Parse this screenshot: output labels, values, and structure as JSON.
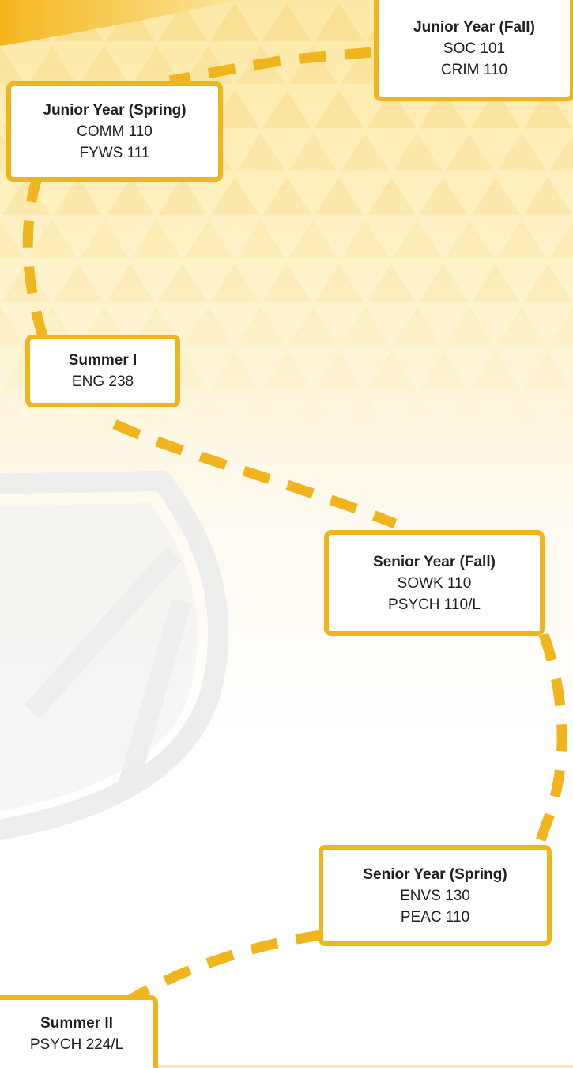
{
  "colors": {
    "accent": "#f0b41c",
    "box_fill": "#ffffff",
    "text": "#1f1f1f"
  },
  "nodes": [
    {
      "id": "junior-fall",
      "title": "Junior Year (Fall)",
      "courses": [
        "SOC 101",
        "CRIM 110"
      ]
    },
    {
      "id": "junior-spring",
      "title": "Junior Year (Spring)",
      "courses": [
        "COMM 110",
        "FYWS 111"
      ]
    },
    {
      "id": "summer-1",
      "title": "Summer I",
      "courses": [
        "ENG 238"
      ]
    },
    {
      "id": "senior-fall",
      "title": "Senior Year (Fall)",
      "courses": [
        "SOWK 110",
        "PSYCH 110/L"
      ]
    },
    {
      "id": "senior-spring",
      "title": "Senior Year (Spring)",
      "courses": [
        "ENVS 130",
        "PEAC 110"
      ]
    },
    {
      "id": "summer-2",
      "title": "Summer II",
      "courses": [
        "PSYCH 224/L"
      ]
    }
  ]
}
